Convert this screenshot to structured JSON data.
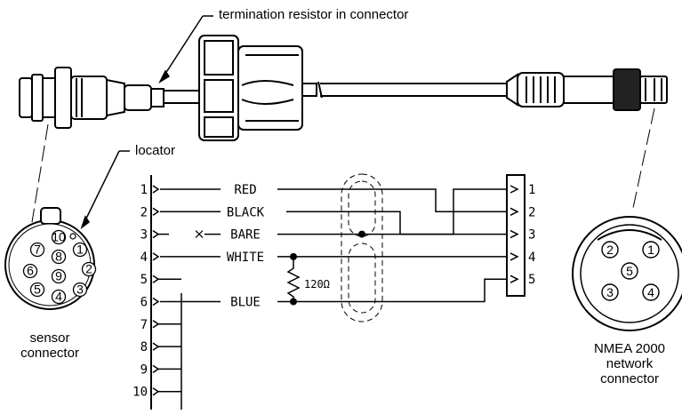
{
  "callouts": {
    "termination": "termination resistor in connector",
    "locator": "locator"
  },
  "captions": {
    "sensor_line1": "sensor",
    "sensor_line2": "connector",
    "nmea_line1": "NMEA 2000",
    "nmea_line2": "network",
    "nmea_line3": "connector"
  },
  "left_pins": [
    "1",
    "2",
    "3",
    "4",
    "5",
    "6",
    "7",
    "8",
    "9",
    "10"
  ],
  "right_pins": [
    "1",
    "2",
    "3",
    "4",
    "5"
  ],
  "wires": [
    {
      "name": "RED",
      "from_pin": 1,
      "to_pin": 2
    },
    {
      "name": "BLACK",
      "from_pin": 2,
      "to_pin": 3
    },
    {
      "name": "BARE",
      "from_pin": 3,
      "to_pin": 1
    },
    {
      "name": "WHITE",
      "from_pin": 4,
      "to_pin": 4
    },
    {
      "name": "BLUE",
      "from_pin": 6,
      "to_pin": 5
    }
  ],
  "resistor_label": "120Ω",
  "sensor_face_pins": [
    "10",
    "8",
    "1",
    "7",
    "2",
    "6",
    "9",
    "5",
    "3",
    "4"
  ],
  "nmea_face_pins": [
    "2",
    "1",
    "5",
    "3",
    "4"
  ]
}
